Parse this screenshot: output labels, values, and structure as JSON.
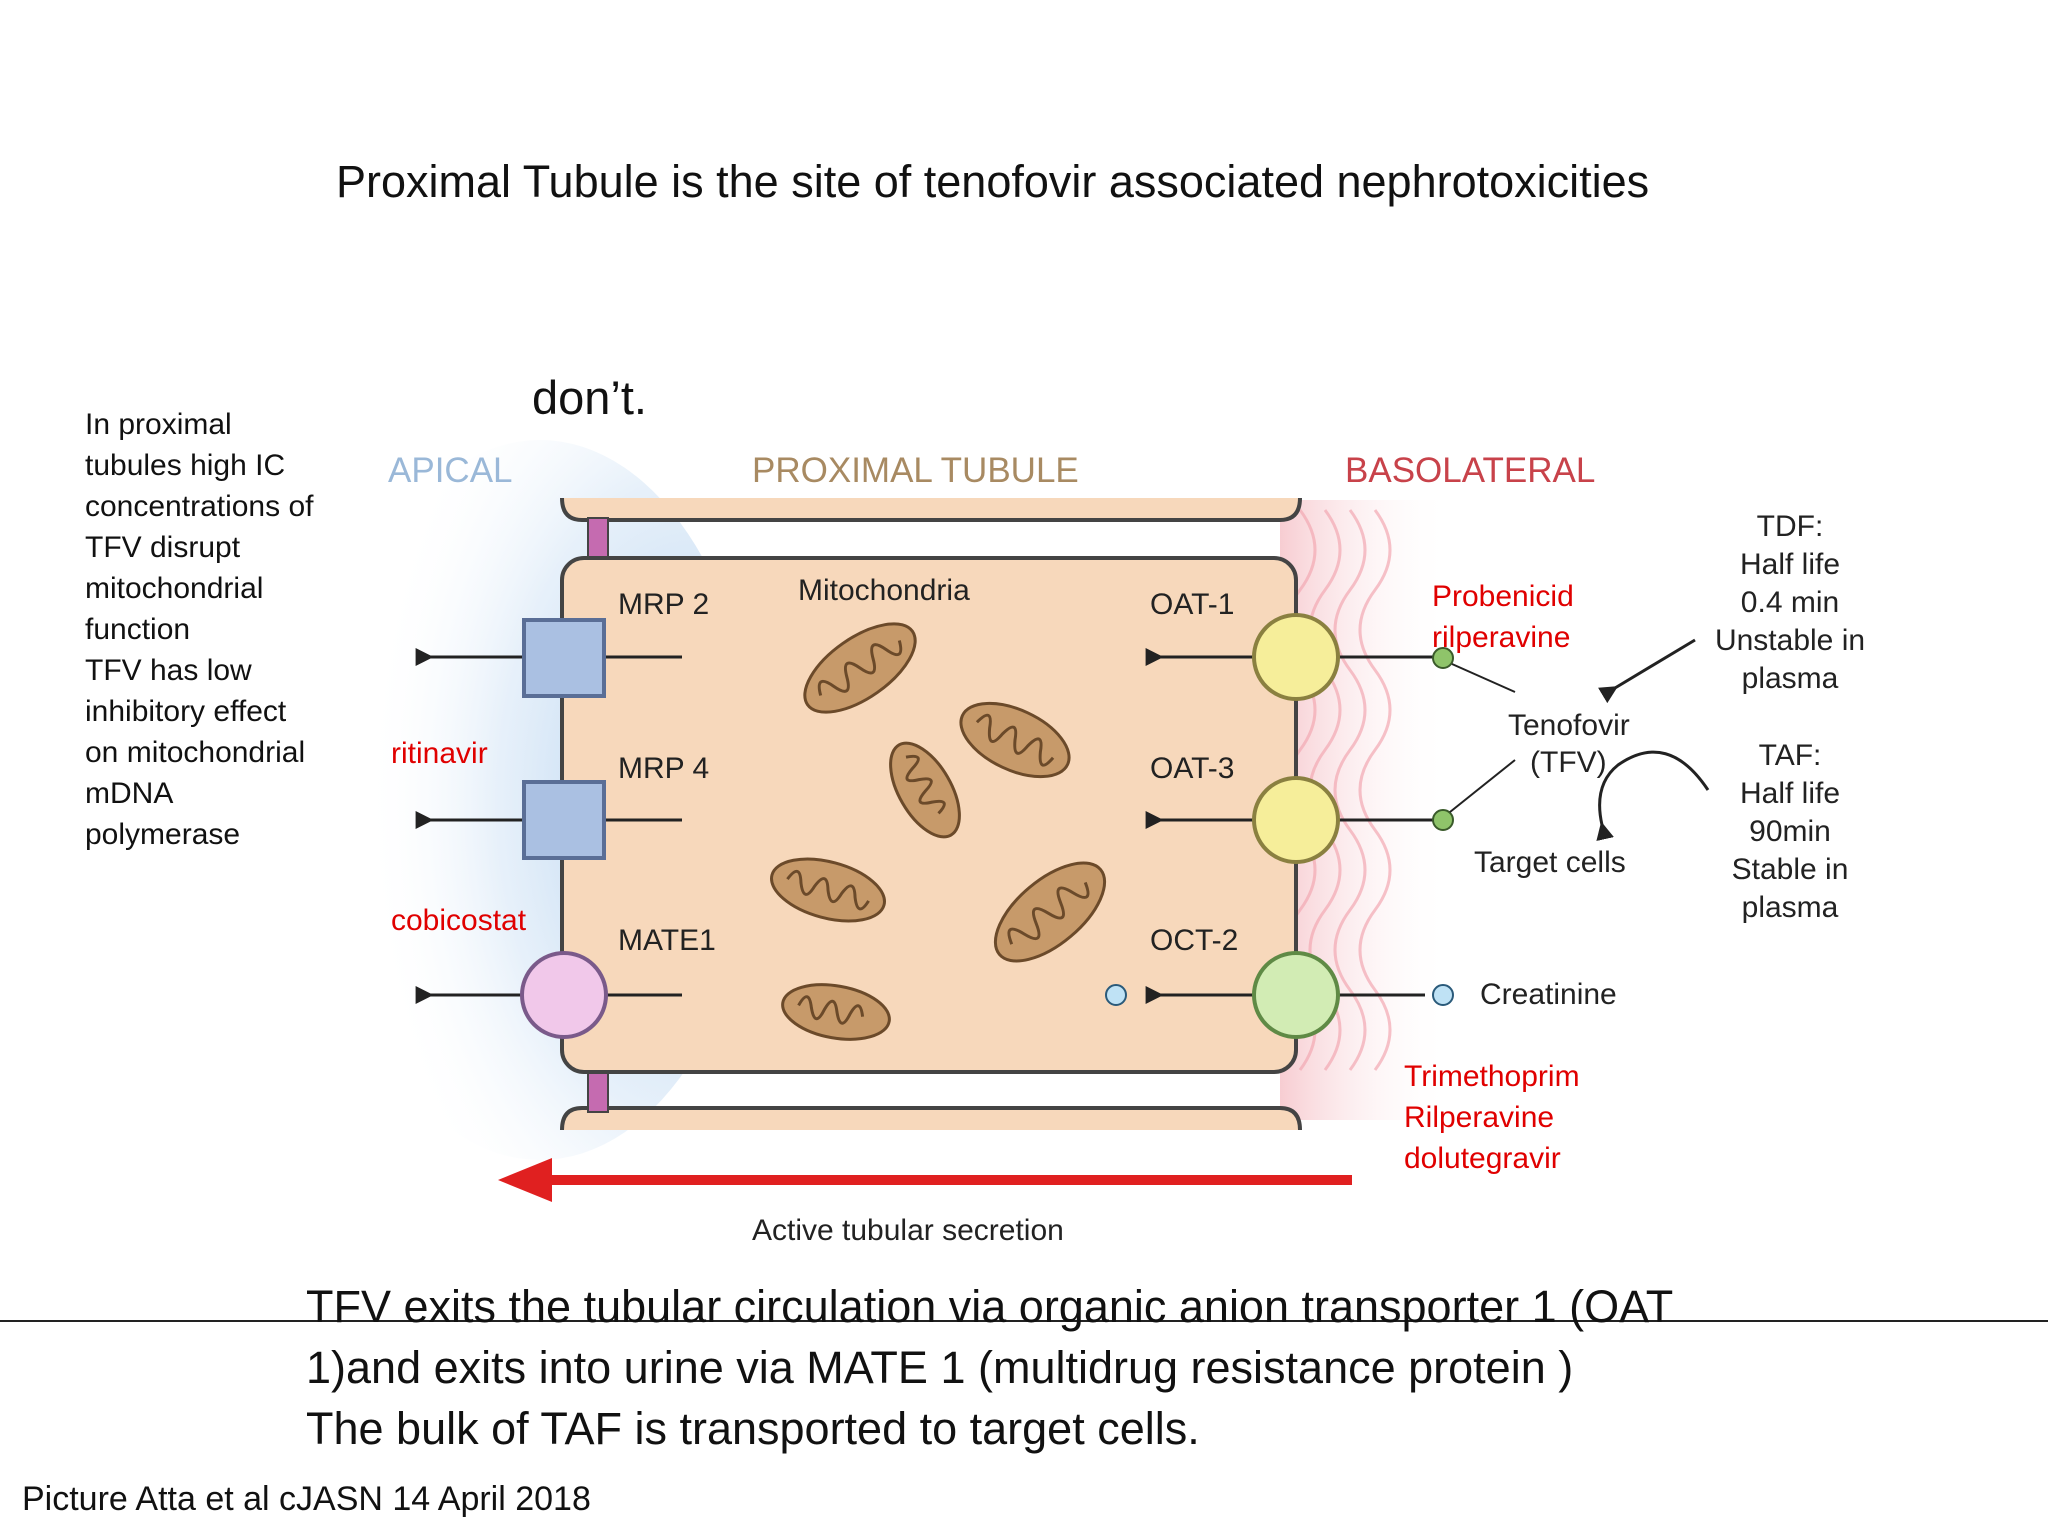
{
  "title": "Proximal Tubule is the site of tenofovir associated nephrotoxicities",
  "fragment": "don’t.",
  "side_note": [
    "In proximal",
    "tubules high IC",
    "concentrations of",
    "TFV disrupt",
    "mitochondrial",
    "function",
    "TFV has low",
    "inhibitory effect",
    "on mitochondrial",
    "mDNA",
    "polymerase"
  ],
  "diagram": {
    "apical": "APICAL",
    "proximal_tubule": "PROXIMAL TUBULE",
    "basolateral": "BASOLATERAL",
    "mitochondria": "Mitochondria",
    "mrp2": "MRP 2",
    "mrp4": "MRP 4",
    "mate1": "MATE1",
    "oat1": "OAT-1",
    "oat3": "OAT-3",
    "oct2": "OCT-2",
    "tenofovir_line1": "Tenofovir",
    "tenofovir_line2": "(TFV)",
    "target_cells": "Target cells",
    "creatinine": "Creatinine",
    "tdf": [
      "TDF:",
      "Half life",
      "0.4 min",
      "Unstable in",
      "plasma"
    ],
    "taf": [
      "TAF:",
      "Half life",
      "90min",
      "Stable in",
      "plasma"
    ],
    "active_secretion": "Active tubular secretion",
    "colors": {
      "cell": "#f7d8bb",
      "apical_blue": "#bcd7f0",
      "basolateral_pink": "#f6c8cc",
      "square_transporter": "#aac0e2",
      "mate1_fill": "#f1c8ea",
      "oat_fill": "#f6ee9a",
      "oct2_fill": "#d2ecb4",
      "arrow_red": "#e02020",
      "label_grey": "#9a9a9a",
      "label_orange": "#a88a62",
      "label_red": "#c8424a"
    }
  },
  "inhibitors": {
    "ritinavir": "ritinavir",
    "cobicostat": "cobicostat",
    "probenicid": "Probenicid",
    "rilperavine": "rilperavine",
    "trimethoprim": "Trimethoprim",
    "rilperavine_cap": "Rilperavine",
    "dolutegravir": "dolutegravir"
  },
  "bottom_text": [
    "TFV exits the tubular circulation via organic anion transporter 1 (OAT",
    "1)and exits into urine via MATE 1 (multidrug resistance protein )",
    "The bulk of TAF is transported to target cells."
  ],
  "citation": "Picture Atta et al cJASN 14 April 2018"
}
